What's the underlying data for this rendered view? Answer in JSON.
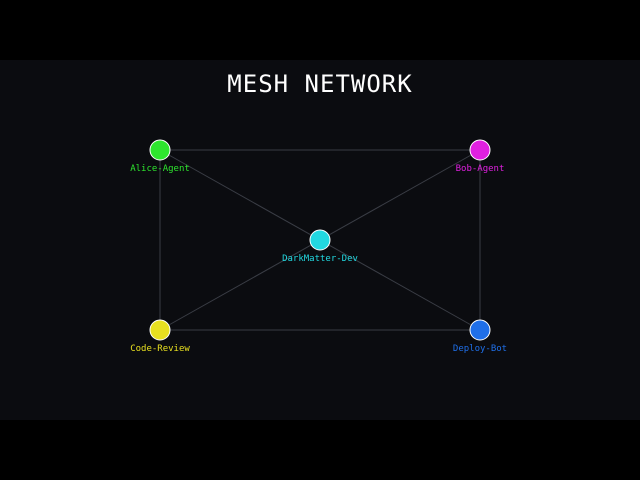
{
  "title": "MESH NETWORK",
  "nodes": [
    {
      "id": "alice",
      "label": "Alice-Agent",
      "color": "#2ee52e"
    },
    {
      "id": "bob",
      "label": "Bob-Agent",
      "color": "#e020e0"
    },
    {
      "id": "darkmatter",
      "label": "DarkMatter-Dev",
      "color": "#22d8e0"
    },
    {
      "id": "code",
      "label": "Code-Review",
      "color": "#e8e020"
    },
    {
      "id": "deploy",
      "label": "Deploy-Bot",
      "color": "#1f6fe8"
    }
  ],
  "edges": [
    [
      "alice",
      "bob"
    ],
    [
      "alice",
      "code"
    ],
    [
      "bob",
      "deploy"
    ],
    [
      "code",
      "deploy"
    ],
    [
      "alice",
      "deploy"
    ],
    [
      "bob",
      "code"
    ]
  ],
  "colors": {
    "background": "#0b0c10",
    "letterbox": "#000000",
    "edge": "#3a3d45",
    "title": "#ffffff"
  }
}
